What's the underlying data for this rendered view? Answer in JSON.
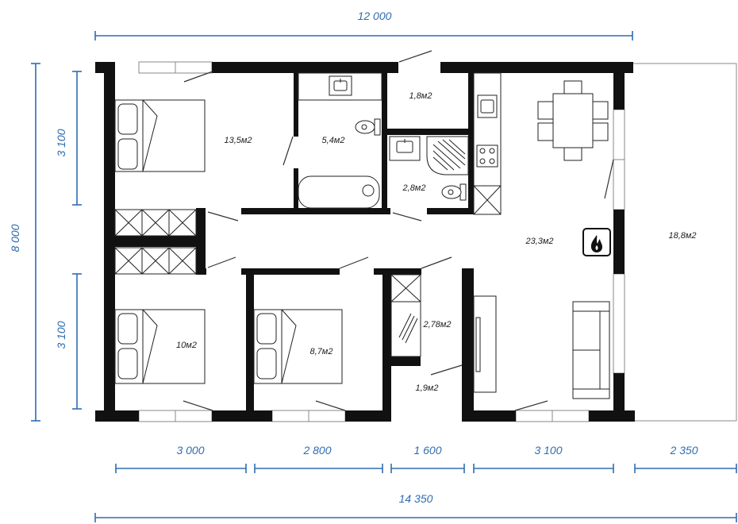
{
  "dimensions": {
    "top_total": "12 000",
    "bottom_total": "14 350",
    "left_total": "8 000",
    "left_upper": "3 100",
    "left_lower": "3 100",
    "bottom_segments": [
      "3 000",
      "2 800",
      "1 600",
      "3 100",
      "2 350"
    ]
  },
  "rooms": {
    "bedroom_1": "13,5м2",
    "bathroom": "5,4м2",
    "hall_small": "1,8м2",
    "shower_room": "2,8м2",
    "living_kitchen": "23,3м2",
    "terrace": "18,8м2",
    "bedroom_2": "10м2",
    "bedroom_3": "8,7м2",
    "wardrobe": "2,78м2",
    "entry": "1,9м2"
  },
  "colors": {
    "dimension": "#2f6db0",
    "wall": "#111111"
  }
}
